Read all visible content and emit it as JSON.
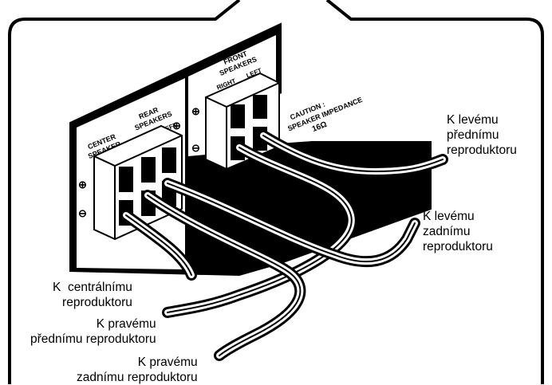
{
  "panel": {
    "center_speaker": [
      "CENTER",
      "SPEAKER"
    ],
    "rear_speakers": [
      "REAR",
      "SPEAKERS"
    ],
    "front_speakers": [
      "FRONT",
      "SPEAKERS"
    ],
    "right": "RIGHT",
    "left": "LEFT",
    "caution": [
      "CAUTION :",
      "SPEAKER IMPEDANCE",
      "16Ω"
    ],
    "plus": "⊕",
    "minus": "⊖"
  },
  "callouts": {
    "front_left": "K levému\npřednímu\nreproduktoru",
    "rear_left": "K levému\nzadnímu\nreproduktoru",
    "center": "K  centrálnímu\nreproduktoru",
    "front_right": "K pravému\npřednímu reproduktoru",
    "rear_right": "K pravému\nzadnímu reproduktoru"
  }
}
